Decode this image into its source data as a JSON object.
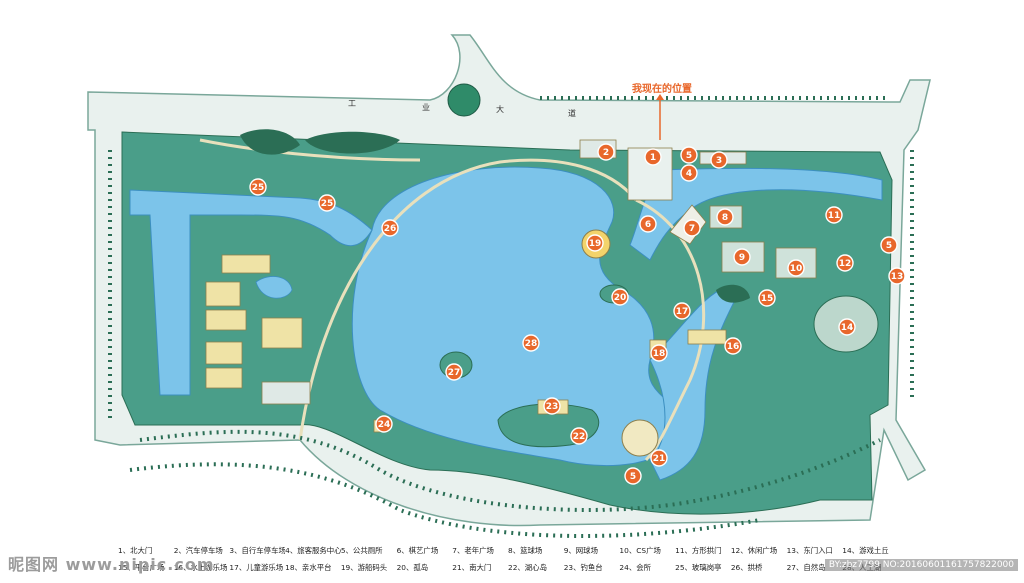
{
  "road": {
    "name_chars": [
      "工",
      "业",
      "大",
      "道"
    ]
  },
  "marker": {
    "label": "我现在的位置"
  },
  "pins": [
    {
      "n": "1"
    },
    {
      "n": "2"
    },
    {
      "n": "3"
    },
    {
      "n": "4"
    },
    {
      "n": "5"
    },
    {
      "n": "5"
    },
    {
      "n": "5"
    },
    {
      "n": "6"
    },
    {
      "n": "7"
    },
    {
      "n": "8"
    },
    {
      "n": "9"
    },
    {
      "n": "10"
    },
    {
      "n": "11"
    },
    {
      "n": "12"
    },
    {
      "n": "13"
    },
    {
      "n": "14"
    },
    {
      "n": "15"
    },
    {
      "n": "16"
    },
    {
      "n": "17"
    },
    {
      "n": "18"
    },
    {
      "n": "19"
    },
    {
      "n": "20"
    },
    {
      "n": "21"
    },
    {
      "n": "22"
    },
    {
      "n": "23"
    },
    {
      "n": "24"
    },
    {
      "n": "25"
    },
    {
      "n": "25"
    },
    {
      "n": "26"
    },
    {
      "n": "27"
    },
    {
      "n": "28"
    }
  ],
  "legend": [
    "1、北大门",
    "2、汽车停车场",
    "3、自行车停车场",
    "4、旅客服务中心",
    "5、公共厕所",
    "6、棋艺广场",
    "7、老年广场",
    "8、篮球场",
    "9、网球场",
    "10、CS广场",
    "11、方形拱门",
    "12、休闲广场",
    "13、东门入口",
    "14、游戏土丘",
    "15、平台广场",
    "16、水上游乐场",
    "17、儿童游乐场",
    "18、亲水平台",
    "19、游船码头",
    "20、孤岛",
    "21、南大门",
    "22、湖心岛",
    "23、钓鱼台",
    "24、会所",
    "25、玻璃岗亭",
    "26、拱桥",
    "27、自然岛",
    "28、人工湖"
  ],
  "watermark": {
    "left": "昵图网 www.nipic.com",
    "right": "BY:zbz7799 NO:20160601161757822000"
  },
  "colors": {
    "water": "#7cc4ea",
    "green": "#4a9e89",
    "dark_tree": "#2b6e55",
    "road": "#e9f1ee",
    "pin": "#e8672b",
    "building": "#efe3a6"
  }
}
